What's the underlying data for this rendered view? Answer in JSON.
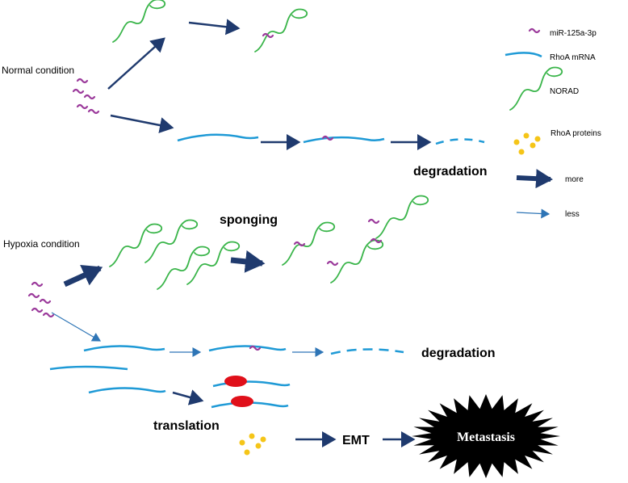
{
  "labels": {
    "normal_condition": "Normal condition",
    "hypoxia_condition": "Hypoxia condition",
    "degradation_top": "degradation",
    "degradation_bottom": "degradation",
    "sponging": "sponging",
    "translation": "translation",
    "emt": "EMT",
    "metastasis": "Metastasis"
  },
  "legend": {
    "mirna": "miR-125a-3p",
    "mrna": "RhoA mRNA",
    "norad": "NORAD",
    "proteins": "RhoA proteins",
    "more": "more",
    "less": "less"
  },
  "colors": {
    "mirna": "#9b3a9b",
    "mrna": "#1f9ad6",
    "norad": "#3ab54a",
    "protein": "#f5c518",
    "ribosome": "#e0101a",
    "arrow": "#1f3a6e",
    "arrow_thin": "#2e75b6",
    "metastasis": "#000000"
  }
}
